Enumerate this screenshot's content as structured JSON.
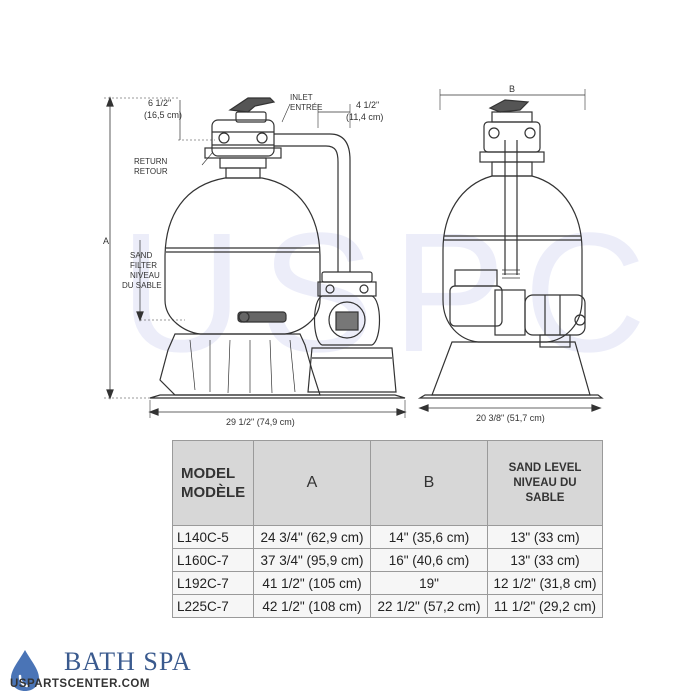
{
  "left_view": {
    "top_dim": "6 1/2\"",
    "top_dim_cm": "(16,5 cm)",
    "inlet": "INLET",
    "inlet_fr": "ENTRÉE",
    "inlet_dim": "4 1/2\"",
    "inlet_dim_cm": "(11,4 cm)",
    "return": "RETURN",
    "return_fr": "RETOUR",
    "dim_a": "A",
    "sand_1": "SAND",
    "sand_2": "FILTER",
    "sand_3": "NIVEAU",
    "sand_4": "DU SABLE",
    "width_dim": "29 1/2\" (74,9 cm)"
  },
  "right_view": {
    "dim_b": "B",
    "width_dim": "20 3/8\" (51,7 cm)"
  },
  "watermark": "USPC",
  "table": {
    "header": {
      "model_1": "MODEL",
      "model_2": "MODÈLE",
      "a": "A",
      "b": "B",
      "sand_1": "SAND LEVEL",
      "sand_2": "NIVEAU DU",
      "sand_3": "SABLE"
    },
    "rows": [
      {
        "model": "L140C-5",
        "a": "24 3/4\" (62,9 cm)",
        "b": "14\" (35,6 cm)",
        "sand": "13\" (33 cm)"
      },
      {
        "model": "L160C-7",
        "a": "37 3/4\" (95,9 cm)",
        "b": "16\" (40,6 cm)",
        "sand": "13\" (33 cm)"
      },
      {
        "model": "L192C-7",
        "a": "41 1/2\" (105 cm)",
        "b": "19\"",
        "sand": "12 1/2\" (31,8 cm)"
      },
      {
        "model": "L225C-7",
        "a": "42 1/2\" (108 cm)",
        "b": "22 1/2\" (57,2 cm)",
        "sand": "11 1/2\" (29,2 cm)"
      }
    ]
  },
  "brand": {
    "name": "BATH SPA",
    "url": "USPARTSCENTER.COM"
  },
  "colors": {
    "line": "#333333",
    "table_header_bg": "#d7d7d7",
    "table_cell_bg": "#f6f6f6",
    "brand_blue": "#3a5a8e",
    "watermark": "#c9cdf0"
  }
}
